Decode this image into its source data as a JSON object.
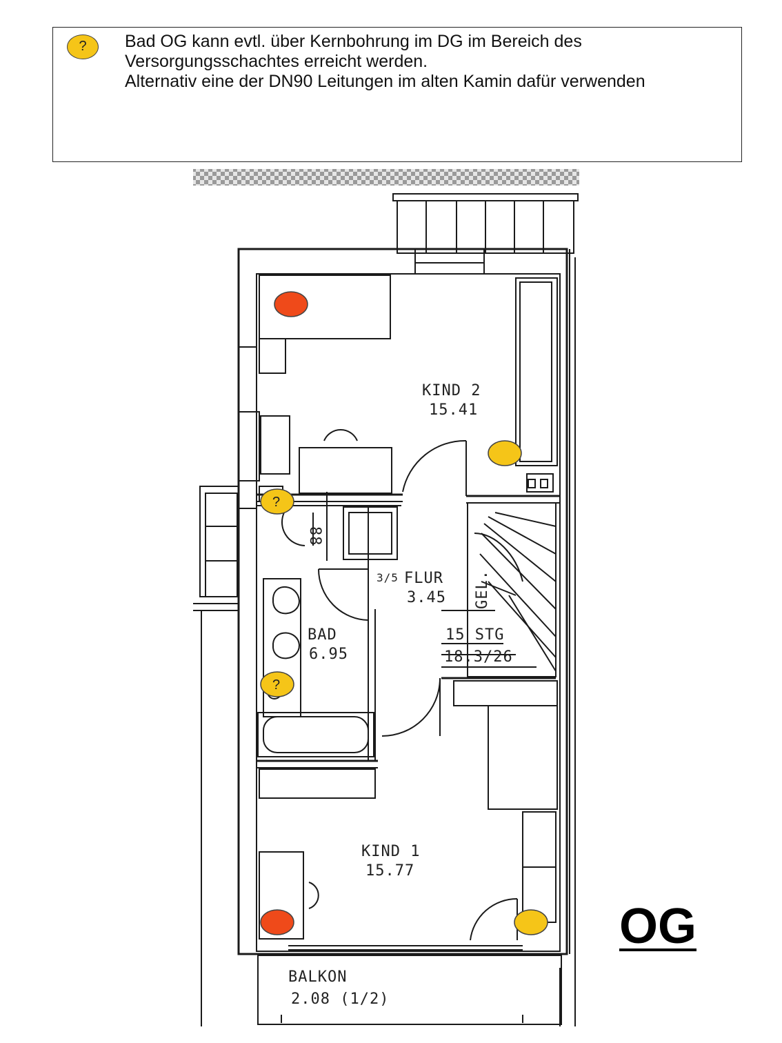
{
  "note": {
    "icon": "question-marker",
    "icon_symbol": "?",
    "text": "Bad OG kann evtl. über Kernbohrung im DG im Bereich des\nVersorgungsschachtes erreicht werden.\nAlternativ eine der DN90 Leitungen im alten Kamin dafür verwenden"
  },
  "rooms": {
    "kind2": {
      "name": "KIND 2",
      "area": "15.41"
    },
    "flur": {
      "name": "FLUR",
      "area": "3.45"
    },
    "bad": {
      "name": "BAD",
      "area": "6.95"
    },
    "kind1": {
      "name": "KIND 1",
      "area": "15.77"
    },
    "balkon": {
      "name": "BALKON",
      "area": "2.08  (1/2)"
    }
  },
  "stairs": {
    "gel": "GEL.",
    "steps": "15 STG",
    "ratio": "18.3/26"
  },
  "dims": {
    "bath_width": "88",
    "door": "3/5"
  },
  "markers": {
    "question": "?"
  },
  "floor_label": "OG",
  "colors": {
    "red_marker": "#ef4a1a",
    "yellow_marker": "#f5c518",
    "line": "#1a1a1a"
  }
}
